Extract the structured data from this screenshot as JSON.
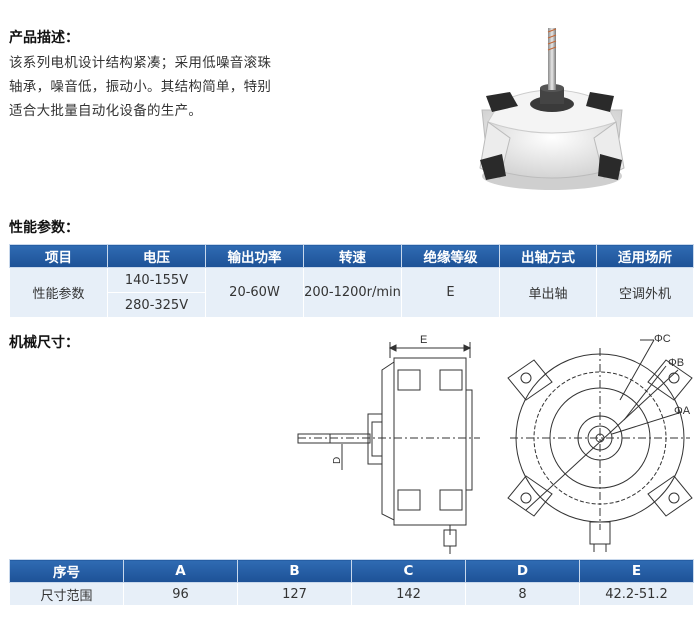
{
  "product": {
    "heading": "产品描述：",
    "description_lines": [
      "该系列电机设计结构紧凑；采用低噪音滚珠",
      "轴承，噪音低，振动小。其结构简单，特别",
      "适合大批量自动化设备的生产。"
    ]
  },
  "performance": {
    "heading": "性能参数：",
    "headers": [
      "项目",
      "电压",
      "输出功率",
      "转速",
      "绝缘等级",
      "出轴方式",
      "适用场所"
    ],
    "row_label": "性能参数",
    "voltage": [
      "140-155V",
      "280-325V"
    ],
    "power": "20-60W",
    "speed": "200-1200r/min",
    "insulation": "E",
    "shaft": "单出轴",
    "usage": "空调外机"
  },
  "dimensions": {
    "heading": "机械尺寸：",
    "drawing_labels": {
      "e": "E",
      "d": "D",
      "c": "ΦC",
      "b": "ΦB",
      "a": "ΦA"
    },
    "headers": [
      "序号",
      "A",
      "B",
      "C",
      "D",
      "E"
    ],
    "row": [
      "尺寸范围",
      "96",
      "127",
      "142",
      "8",
      "42.2-51.2"
    ]
  },
  "colors": {
    "header_blue": "#1d5196",
    "cell_bg": "#e7eff8"
  }
}
